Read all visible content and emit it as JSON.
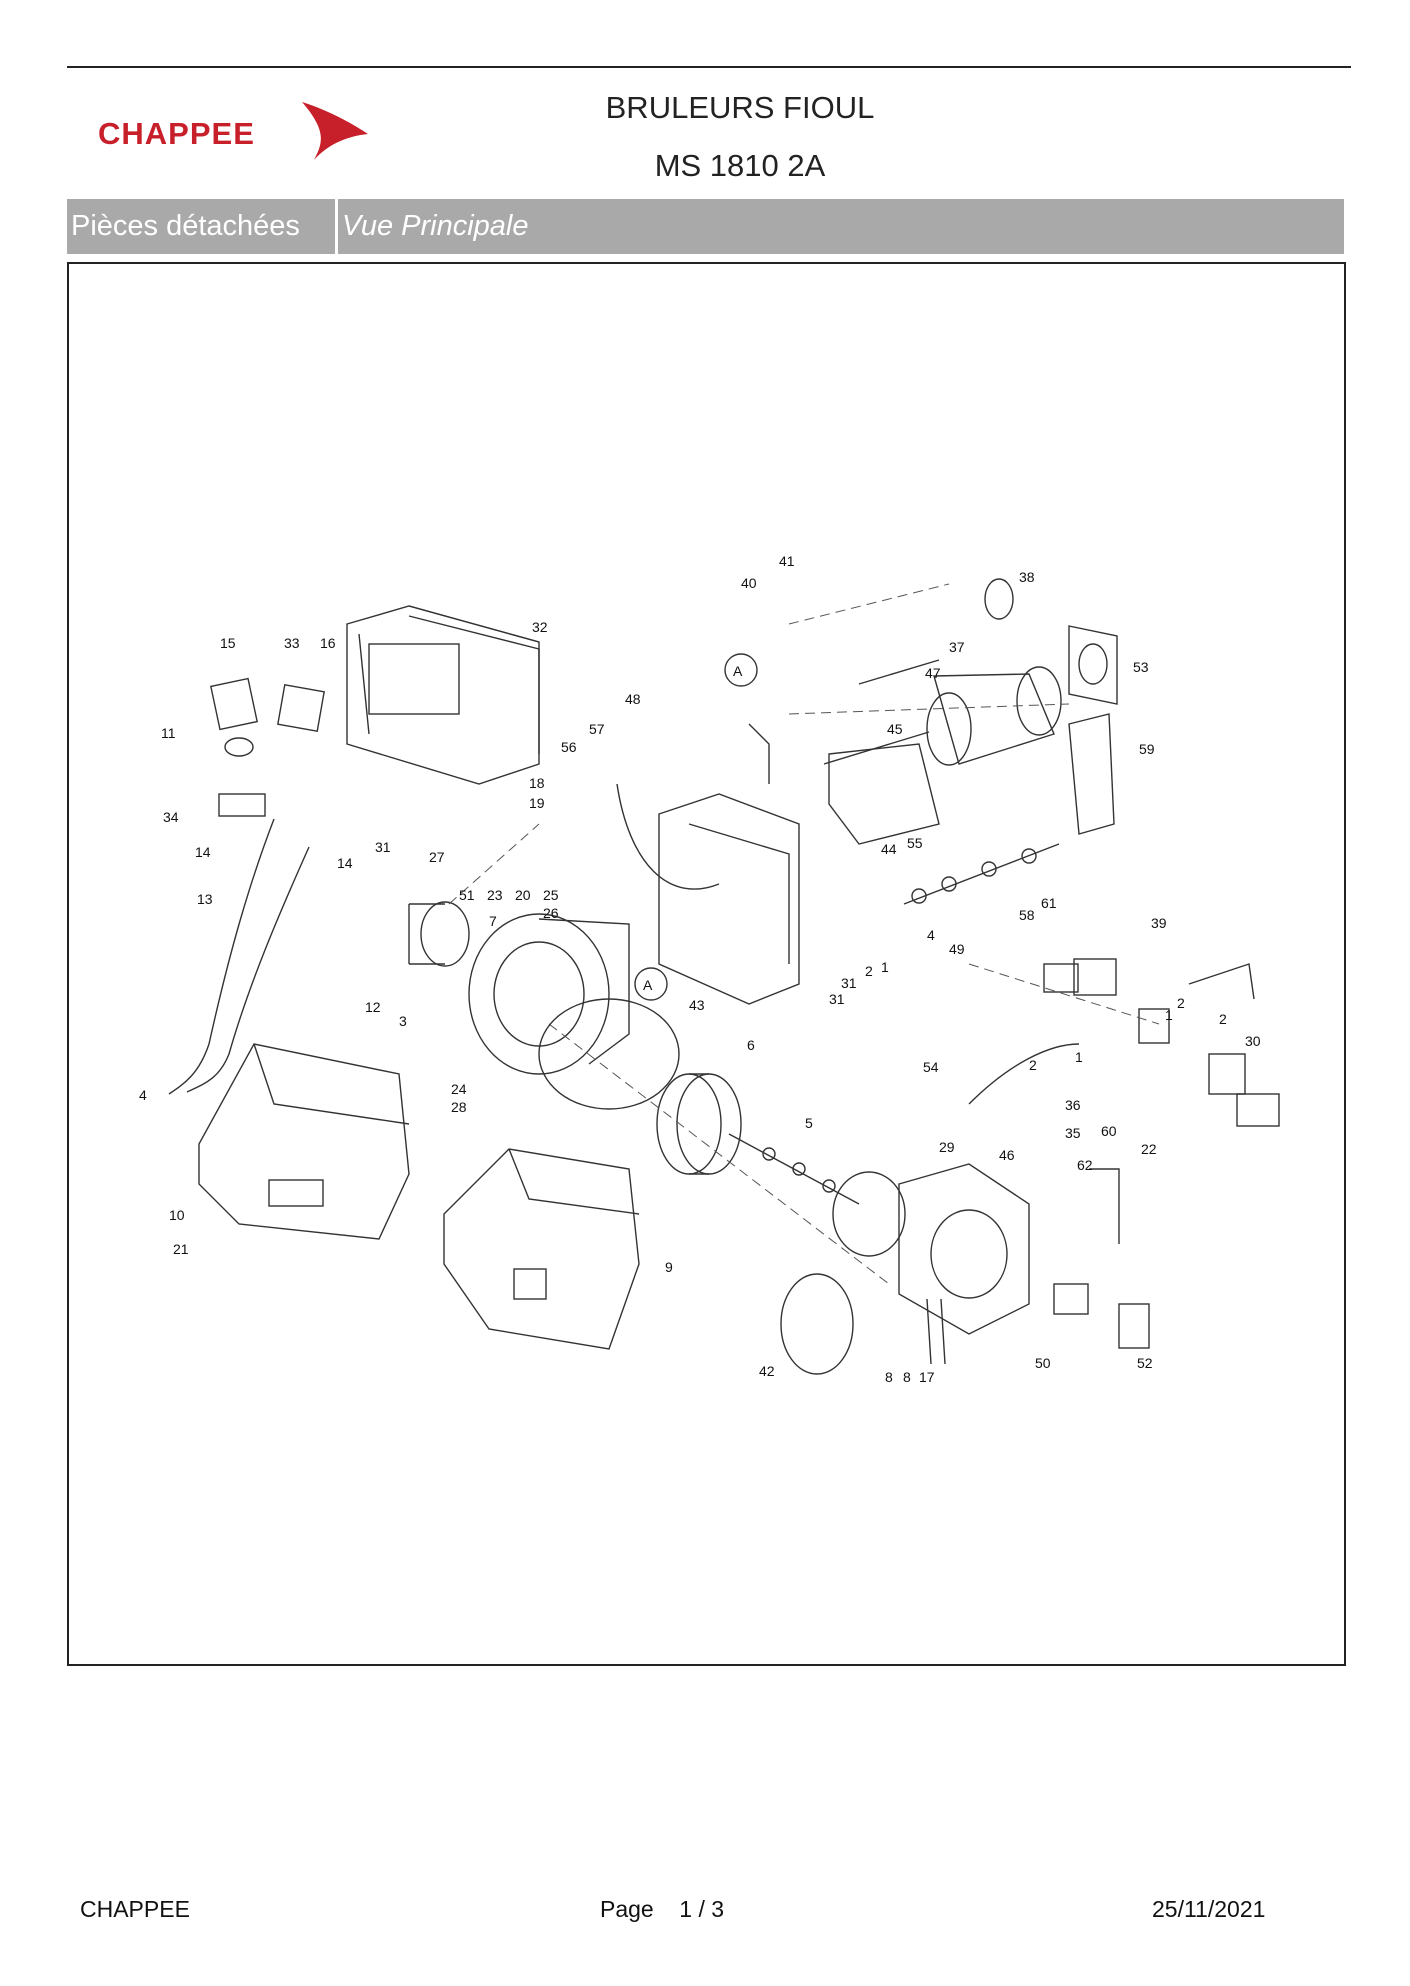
{
  "header": {
    "brand": "CHAPPEE",
    "title": "BRULEURS FIOUL",
    "model": "MS 1810 2A"
  },
  "tabs": {
    "section": "Pièces détachées",
    "view": "Vue Principale"
  },
  "diagram": {
    "description_icon": "exploded-parts-diagram",
    "callouts": [
      "1",
      "2",
      "3",
      "4",
      "5",
      "6",
      "7",
      "8",
      "9",
      "10",
      "11",
      "12",
      "13",
      "14",
      "15",
      "16",
      "17",
      "18",
      "19",
      "20",
      "21",
      "22",
      "23",
      "24",
      "25",
      "26",
      "27",
      "28",
      "29",
      "30",
      "31",
      "32",
      "33",
      "34",
      "35",
      "36",
      "37",
      "38",
      "39",
      "40",
      "41",
      "42",
      "43",
      "44",
      "45",
      "46",
      "47",
      "48",
      "49",
      "50",
      "51",
      "52",
      "53",
      "54",
      "55",
      "56",
      "57",
      "58",
      "59",
      "60",
      "61",
      "62",
      "A"
    ]
  },
  "footer": {
    "company": "CHAPPEE",
    "page_label": "Page",
    "page_current": "1",
    "page_sep": "/",
    "page_total": "3",
    "date": "25/11/2021"
  },
  "colors": {
    "brand_red": "#c8202a",
    "tab_gray": "#a9a9a9"
  }
}
